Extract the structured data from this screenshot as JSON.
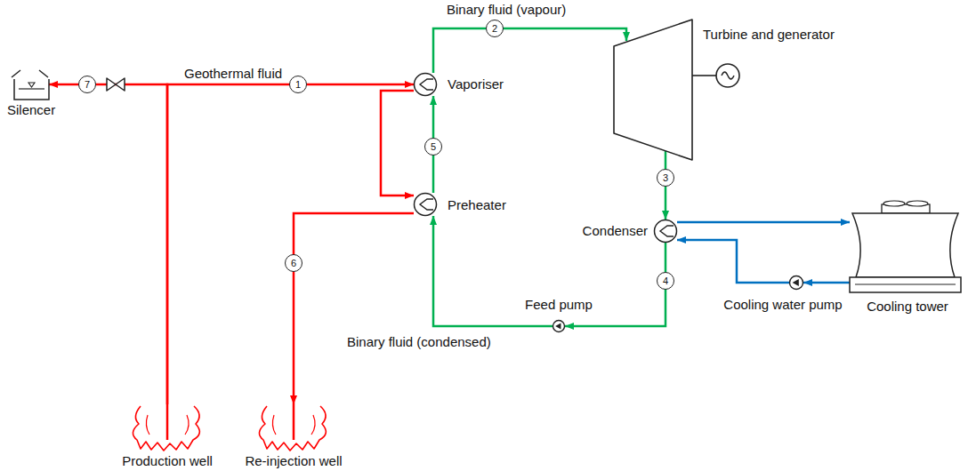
{
  "diagram": {
    "nodes": [
      {
        "text": [
          "Silencer"
        ]
      },
      {
        "text": [
          "Vaporiser"
        ]
      },
      {
        "text": [
          "Turbine and generator"
        ]
      },
      {
        "text": [
          "Preheater"
        ]
      },
      {
        "text": [
          "Condenser"
        ]
      },
      {
        "text": [
          "Cooling tower"
        ]
      },
      {
        "text": [
          "Feed pump"
        ]
      },
      {
        "text": [
          "Cooling water pump"
        ]
      },
      {
        "text": [
          "Production well"
        ]
      },
      {
        "text": [
          "Re-injection well"
        ]
      }
    ],
    "edges": [
      {
        "from": 8,
        "to": 1,
        "arrow": "to",
        "label": "Geothermal fluid"
      },
      {
        "from": 8,
        "to": 0,
        "arrow": "to"
      },
      {
        "from": 1,
        "to": 3,
        "arrow": "to"
      },
      {
        "from": 3,
        "to": 9,
        "arrow": "to"
      },
      {
        "from": 3,
        "to": 1,
        "arrow": "to"
      },
      {
        "from": 1,
        "to": 2,
        "arrow": "to",
        "label": "Binary fluid (vapour)"
      },
      {
        "from": 2,
        "to": 4,
        "arrow": "to"
      },
      {
        "from": 4,
        "to": 6,
        "arrow": "to"
      },
      {
        "from": 6,
        "to": 3,
        "arrow": "to",
        "label": "Binary fluid (condensed)"
      },
      {
        "from": 4,
        "to": 5,
        "arrow": "to"
      },
      {
        "from": 5,
        "to": 7,
        "arrow": "to"
      },
      {
        "from": 7,
        "to": 4,
        "arrow": "to"
      }
    ],
    "labels": [
      "1",
      "2",
      "3",
      "4",
      "5",
      "6",
      "7"
    ]
  }
}
